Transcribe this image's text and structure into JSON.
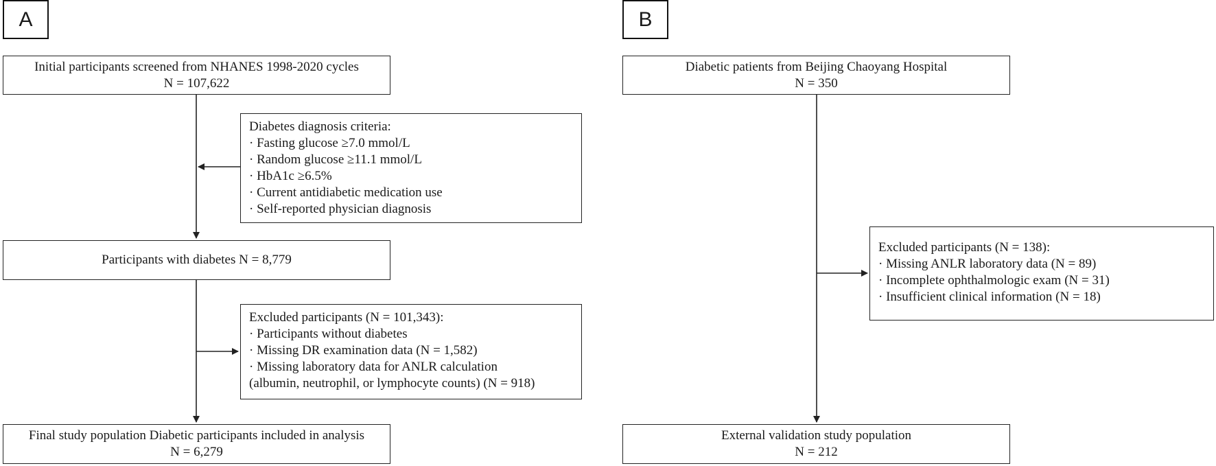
{
  "panel_a": {
    "label": "A",
    "initial": {
      "line1": "Initial participants screened from NHANES 1998-2020 cycles",
      "line2": "N = 107,622"
    },
    "criteria": {
      "title": "Diabetes diagnosis criteria:",
      "items": [
        "· Fasting glucose ≥7.0 mmol/L",
        "· Random glucose ≥11.1 mmol/L",
        "· HbA1c ≥6.5%",
        "· Current antidiabetic medication use",
        "· Self-reported physician diagnosis"
      ]
    },
    "diabetes": {
      "text": "Participants with diabetes N = 8,779"
    },
    "excluded": {
      "title": "Excluded participants (N = 101,343):",
      "items": [
        "· Participants without diabetes",
        "· Missing DR examination data (N = 1,582)",
        "· Missing laboratory data for ANLR calculation",
        "(albumin, neutrophil, or lymphocyte counts) (N = 918)"
      ]
    },
    "final": {
      "line1": "Final study population Diabetic participants included in analysis",
      "line2": "N = 6,279"
    }
  },
  "panel_b": {
    "label": "B",
    "initial": {
      "line1": "Diabetic patients from Beijing Chaoyang Hospital",
      "line2": "N = 350"
    },
    "excluded": {
      "title": "Excluded participants (N = 138):",
      "items": [
        "· Missing ANLR laboratory data (N = 89)",
        "· Incomplete ophthalmologic exam (N = 31)",
        "· Insufficient clinical information (N = 18)"
      ]
    },
    "final": {
      "line1": "External validation study population",
      "line2": "N = 212"
    }
  },
  "colors": {
    "line": "#222222",
    "text": "#1a1a1a",
    "background": "#ffffff"
  }
}
